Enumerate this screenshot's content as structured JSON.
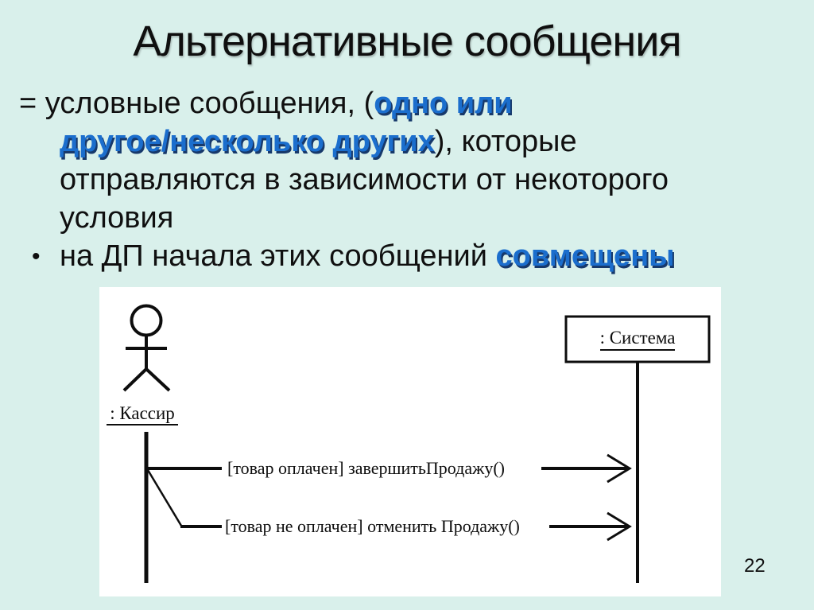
{
  "title": "Альтернативные сообщения",
  "page_number": "22",
  "colors": {
    "background": "#d9f0eb",
    "accent_blue": "#1b6ecd",
    "blue_shadow": "#17396b",
    "text": "#101010",
    "panel": "#ffffff"
  },
  "body": {
    "line1_black": "= условные сообщения, (",
    "line1_blue": "одно или",
    "line2_blue": "другое/несколько других",
    "line2_black": "), которые",
    "line3": "отправляются в зависимости от некоторого",
    "line4": "условия",
    "bullet_marker": "•",
    "bullet_black": "на ДП начала этих сообщений ",
    "bullet_blue": "совмещены"
  },
  "diagram": {
    "type": "uml-sequence-diagram",
    "actor_label": ": Кассир",
    "system_label": ": Система",
    "message1": "[товар оплачен] завершитьПродажу()",
    "message2": "[товар не оплачен] отменить Продажу()"
  }
}
